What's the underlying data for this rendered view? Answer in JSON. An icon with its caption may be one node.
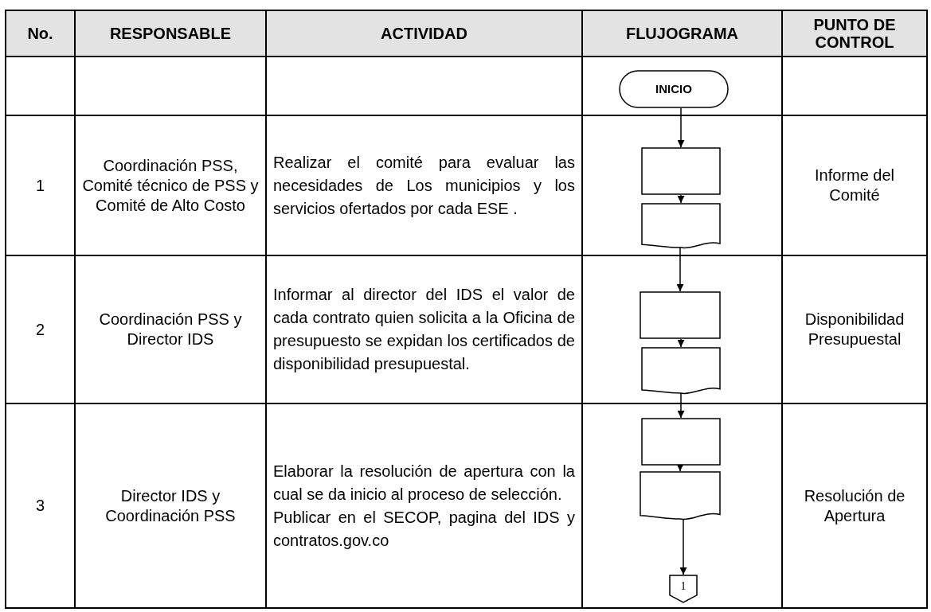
{
  "diagram": {
    "nodes": [
      {
        "text": [
          "INICIO"
        ]
      },
      {
        "text": [],
        "shape": "box"
      },
      {
        "text": [],
        "shape": "document"
      },
      {
        "text": [],
        "shape": "box"
      },
      {
        "text": [],
        "shape": "document"
      },
      {
        "text": [],
        "shape": "box"
      },
      {
        "text": [],
        "shape": "document"
      },
      {
        "text": [
          "1"
        ]
      }
    ],
    "edges": [
      {
        "from": 0,
        "to": 1,
        "arrow": "to"
      },
      {
        "from": 1,
        "to": 2,
        "arrow": "to"
      },
      {
        "from": 2,
        "to": 3,
        "arrow": "to"
      },
      {
        "from": 3,
        "to": 4,
        "arrow": "to"
      },
      {
        "from": 4,
        "to": 5,
        "arrow": "to"
      },
      {
        "from": 5,
        "to": 6,
        "arrow": "to"
      },
      {
        "from": 6,
        "to": 7,
        "arrow": "to"
      }
    ],
    "labels": [
      "No.",
      "RESPONSABLE",
      "ACTIVIDAD",
      "FLUJOGRAMA",
      "PUNTO DE CONTROL",
      "1",
      "Coordinación PSS, Comité técnico de PSS y Comité de Alto Costo",
      "Realizar el comité para  evaluar las necesidades de Los municipios y los servicios ofertados por cada ESE .",
      "Informe del Comité",
      "2",
      "Coordinación PSS y Director IDS",
      "Informar al director del IDS el valor de cada contrato quien solicita a la Oficina de presupuesto se expidan los certificados de disponibilidad presupuestal.",
      "Disponibilidad Presupuestal",
      "3",
      "Director  IDS y Coordinación PSS",
      "Elaborar la resolución de apertura con la cual se da inicio al proceso de selección.",
      "Publicar en el SECOP, pagina del IDS y contratos.gov.co",
      "Resolución de Apertura"
    ]
  }
}
